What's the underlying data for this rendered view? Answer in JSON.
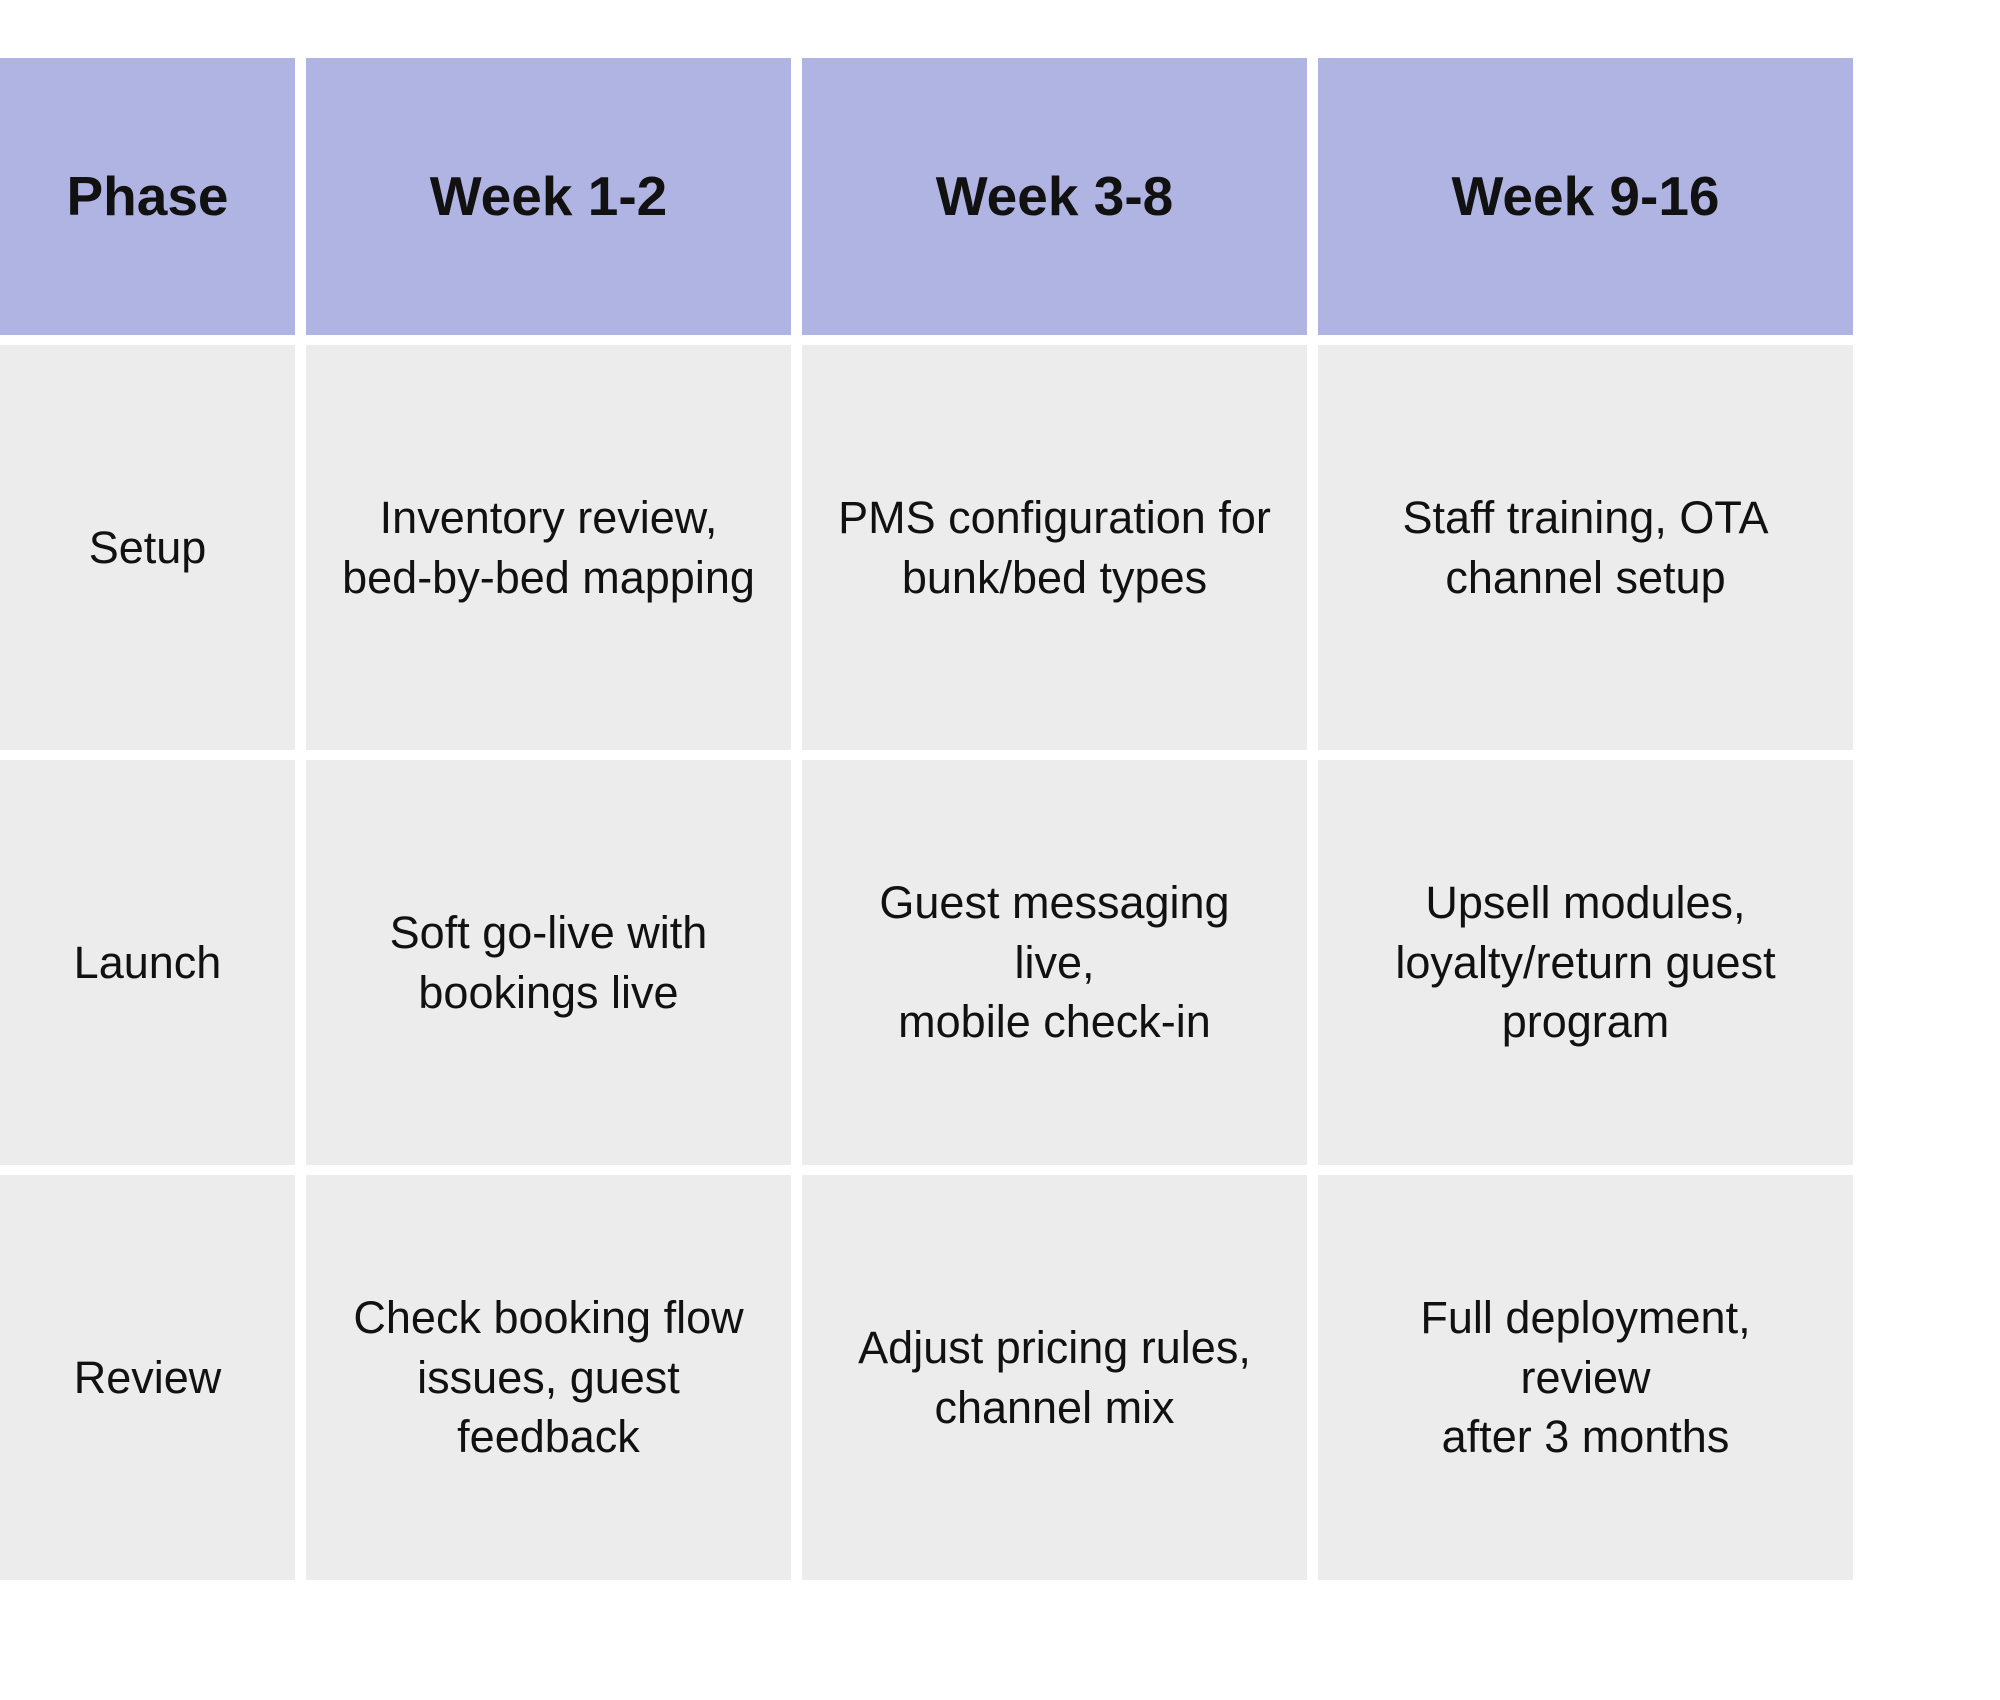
{
  "colors": {
    "header_bg": "#b0b4e2",
    "cell_bg": "#ececec",
    "text": "#111111",
    "page_bg": "#ffffff"
  },
  "table": {
    "headers": [
      "Phase",
      "Week 1-2",
      "Week 3-8",
      "Week 9-16"
    ],
    "rows": [
      {
        "phase": "Setup",
        "cells": [
          "Inventory review,\nbed-by-bed mapping",
          "PMS configuration for\nbunk/bed types",
          "Staff training, OTA\nchannel setup"
        ]
      },
      {
        "phase": "Launch",
        "cells": [
          "Soft go-live with\nbookings live",
          "Guest messaging live,\nmobile check-in",
          "Upsell modules,\nloyalty/return guest\nprogram"
        ]
      },
      {
        "phase": "Review",
        "cells": [
          "Check booking flow\nissues, guest feedback",
          "Adjust pricing rules,\nchannel mix",
          "Full deployment, review\nafter 3 months"
        ]
      }
    ]
  }
}
